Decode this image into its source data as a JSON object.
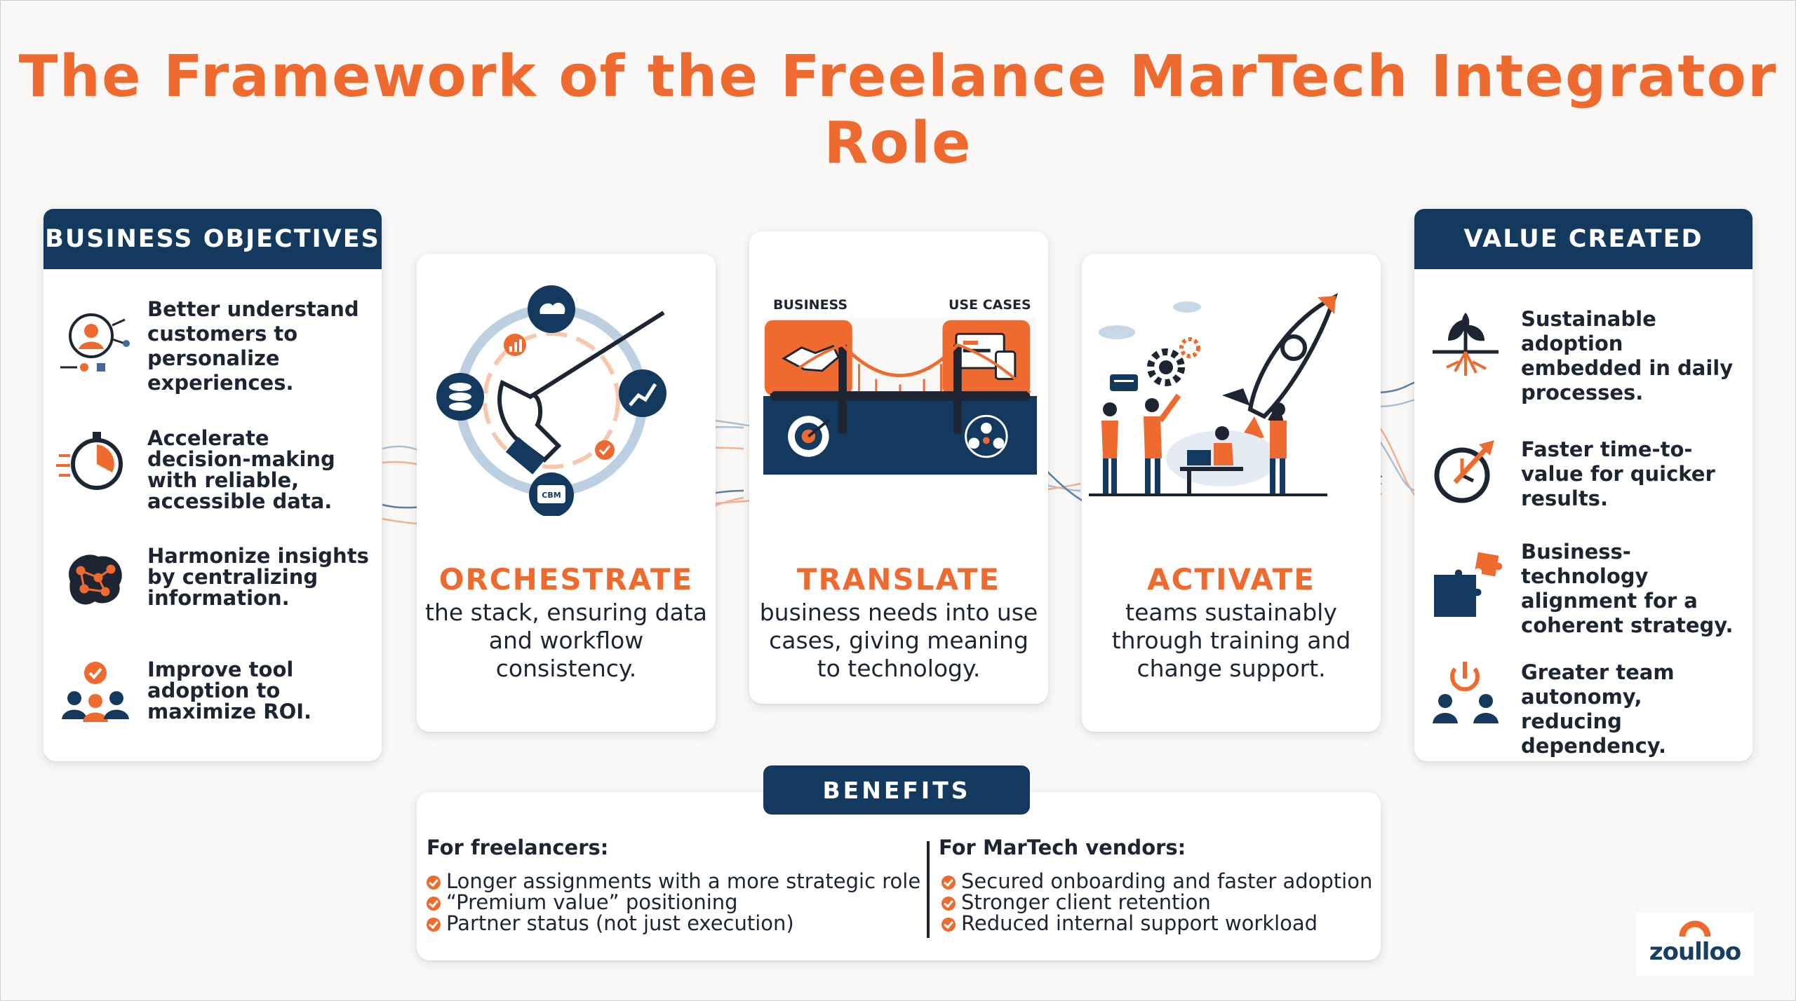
{
  "title": "The Framework of the Freelance MarTech Integrator Role",
  "business_objectives": {
    "header": "BUSINESS OBJECTIVES",
    "items": [
      {
        "icon": "customer-insight-icon",
        "text": "Better understand customers to personalize experiences."
      },
      {
        "icon": "stopwatch-icon",
        "text": "Accelerate decision-making with reliable, accessible data."
      },
      {
        "icon": "brain-network-icon",
        "text": "Harmonize insights by centralizing information."
      },
      {
        "icon": "team-check-icon",
        "text": "Improve tool adoption to maximize ROI."
      }
    ]
  },
  "steps": [
    {
      "title": "ORCHESTRATE",
      "desc": "the stack, ensuring data and workflow consistency.",
      "icon": "conductor-stack-icon",
      "icon_label": "CBM"
    },
    {
      "title": "TRANSLATE",
      "desc": "business needs into use cases, giving meaning to technology.",
      "icon": "bridge-icon",
      "label_left": "BUSINESS",
      "label_right": "USE CASES"
    },
    {
      "title": "ACTIVATE",
      "desc": "teams sustainably through training and change support.",
      "icon": "rocket-team-icon"
    }
  ],
  "value_created": {
    "header": "VALUE CREATED",
    "items": [
      {
        "icon": "plant-roots-icon",
        "text": "Sustainable adoption embedded in daily processes."
      },
      {
        "icon": "clock-arrow-icon",
        "text": "Faster time-to-value for quicker results."
      },
      {
        "icon": "puzzle-icon",
        "text": "Business-technology alignment for a coherent strategy."
      },
      {
        "icon": "power-team-icon",
        "text": "Greater team autonomy, reducing dependency."
      }
    ]
  },
  "benefits": {
    "header": "BENEFITS",
    "freelancers": {
      "heading": "For freelancers:",
      "items": [
        "Longer assignments with a more strategic role",
        "“Premium value” positioning",
        "Partner status (not just execution)"
      ]
    },
    "vendors": {
      "heading": "For MarTech vendors:",
      "items": [
        "Secured onboarding and faster adoption",
        "Stronger client retention",
        "Reduced internal support workload"
      ]
    }
  },
  "logo": "zoulloo",
  "colors": {
    "accent": "#ee6a2e",
    "navy": "#133a5e",
    "text": "#1d2533"
  }
}
